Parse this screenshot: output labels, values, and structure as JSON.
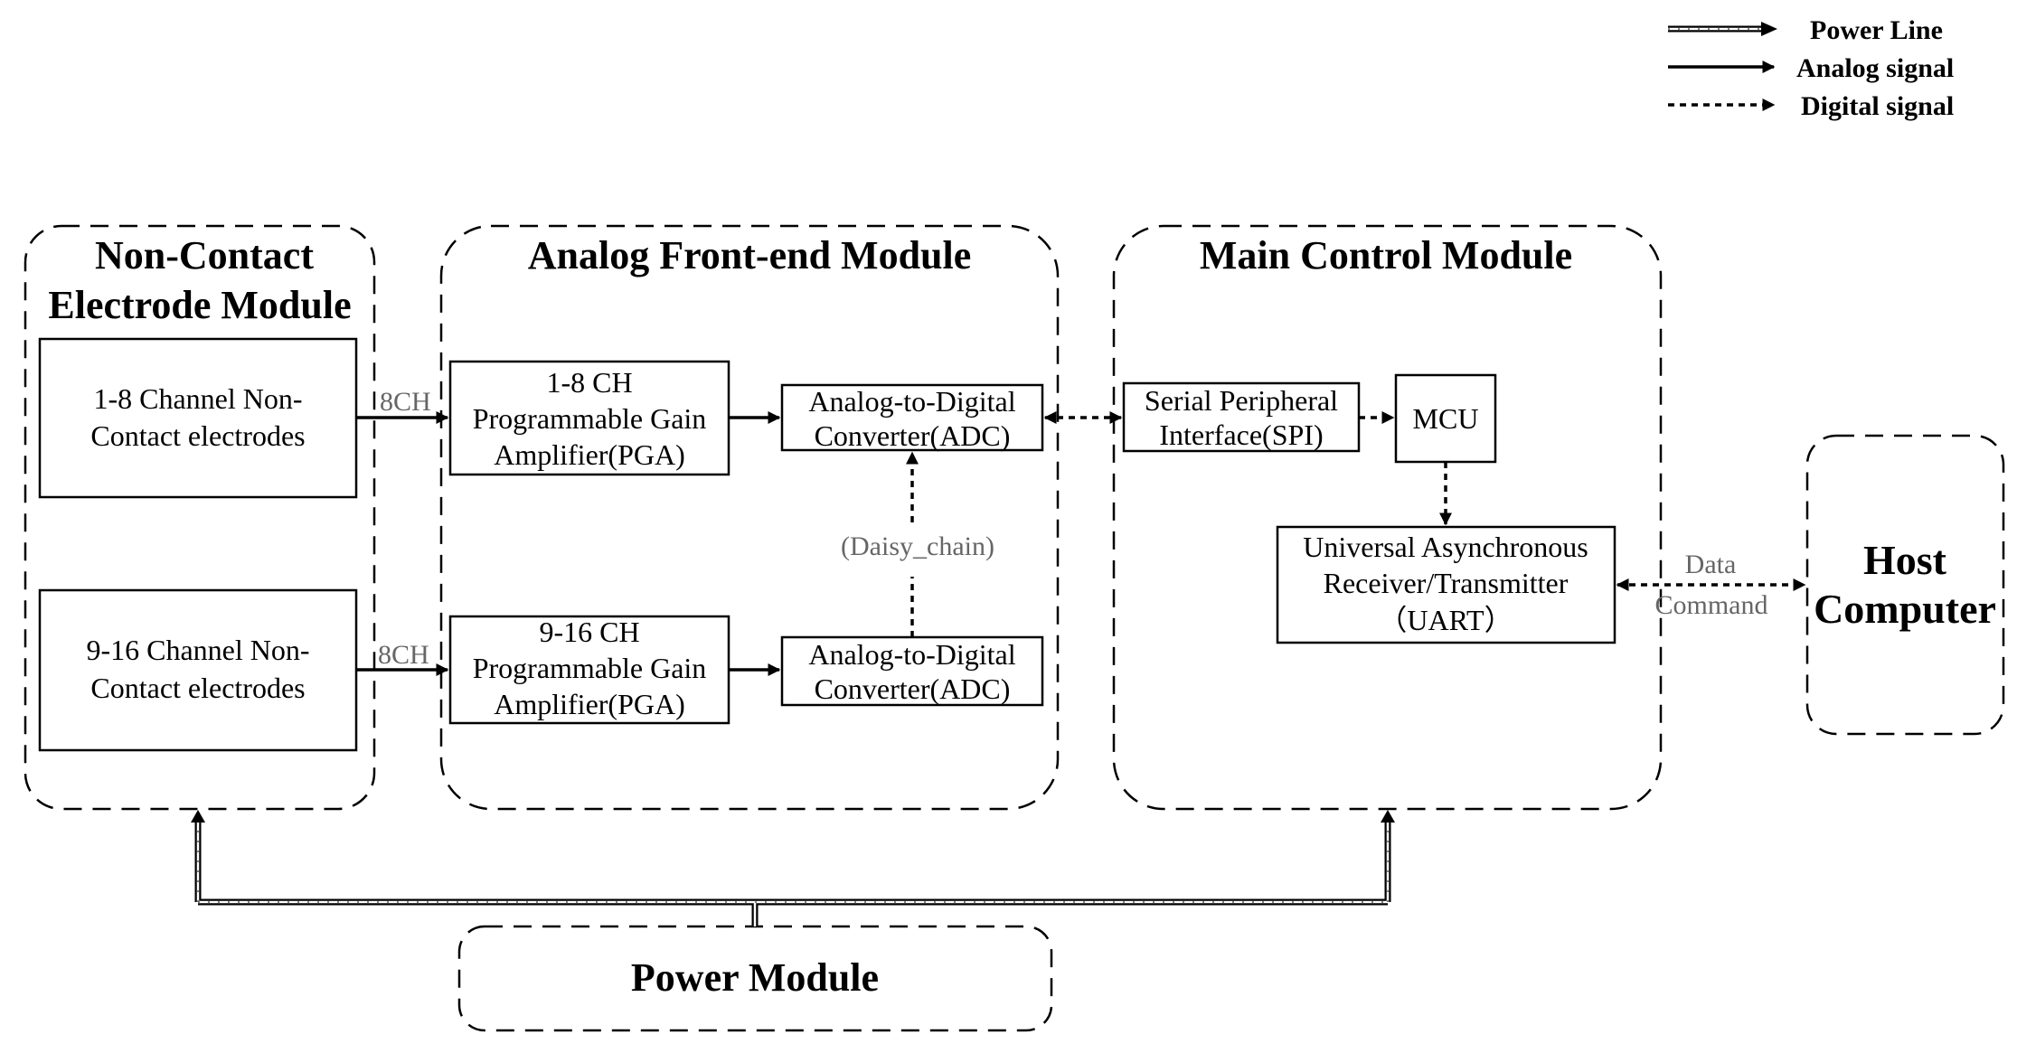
{
  "legend": {
    "power_line": "Power Line",
    "analog_signal": "Analog signal",
    "digital_signal": "Digital signal"
  },
  "modules": {
    "electrode_title_line1": "Non-Contact",
    "electrode_title_line2": "Electrode Module",
    "afe_title": "Analog Front-end Module",
    "main_control_title": "Main Control Module",
    "power_title": "Power Module",
    "host_line1": "Host",
    "host_line2": "Computer"
  },
  "blocks": {
    "electrodes_1_8": {
      "line1": "1-8 Channel Non-",
      "line2": "Contact electrodes"
    },
    "electrodes_9_16": {
      "line1": "9-16 Channel Non-",
      "line2": "Contact electrodes"
    },
    "pga_1_8": {
      "line1": "1-8 CH",
      "line2": "Programmable Gain",
      "line3": "Amplifier(PGA)"
    },
    "pga_9_16": {
      "line1": "9-16 CH",
      "line2": "Programmable Gain",
      "line3": "Amplifier(PGA)"
    },
    "adc_top": {
      "line1": "Analog-to-Digital",
      "line2": "Converter(ADC)"
    },
    "adc_bottom": {
      "line1": "Analog-to-Digital",
      "line2": "Converter(ADC)"
    },
    "spi": {
      "line1": "Serial Peripheral",
      "line2": "Interface(SPI)"
    },
    "mcu": {
      "label": "MCU"
    },
    "uart": {
      "line1": "Universal Asynchronous",
      "line2": "Receiver/Transmitter",
      "line3": "（UART）"
    }
  },
  "labels": {
    "ch_top": "8CH",
    "ch_bottom": "8CH",
    "daisy_chain": "(Daisy_chain)",
    "data": "Data",
    "command": "Command"
  }
}
